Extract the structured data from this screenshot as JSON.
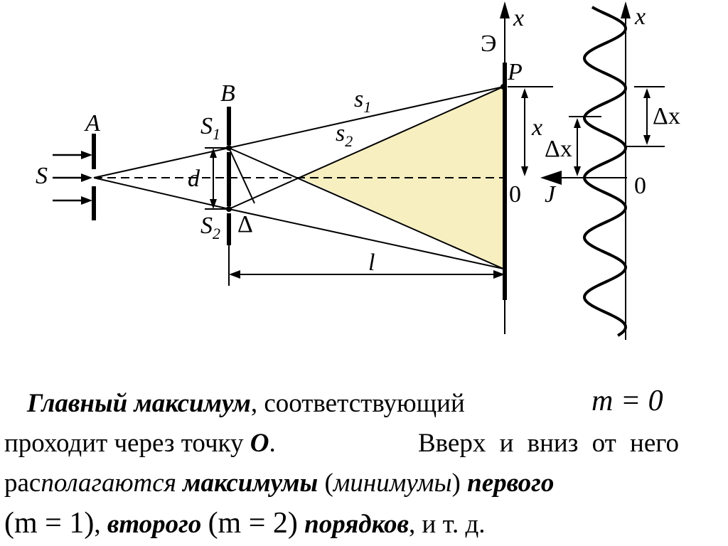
{
  "diagram": {
    "labels": {
      "x_axis_screen": "x",
      "x_axis_intensity": "x",
      "screen": "Э",
      "point_p": "P",
      "barrier_b": "B",
      "barrier_a": "A",
      "source_s": "S",
      "s1_letter": "S",
      "s1_index": "1",
      "s2_letter": "S",
      "s2_index": "2",
      "ray_s1_letter": "s",
      "ray_s1_index": "1",
      "ray_s2_letter": "s",
      "ray_s2_index": "2",
      "dist_d": "d",
      "path_diff": "Δ",
      "coord_x": "x",
      "delta_x_left": "Δx",
      "delta_x_right": "Δx",
      "zero_screen": "0",
      "zero_intensity": "0",
      "intensity_j": "J",
      "dist_l": "l"
    },
    "colors": {
      "fringe_region": "#f7efc0",
      "ink": "#000000"
    }
  },
  "caption": {
    "line1": {
      "main_max": "Главный максимум",
      "comma_text": ", соответствующий",
      "formula": "m = 0"
    },
    "line2": {
      "passes": "проходит через точку",
      "point": "O",
      "period": ".",
      "rest": "Вверх и вниз от него"
    },
    "line3": {
      "ras": "рас",
      "polagayutsya": "полагаются",
      "maxima": "максимумы",
      "open_paren": " (",
      "minima": "минимумы",
      "close_paren": ")",
      "first": "первого"
    },
    "line4": {
      "formula1": "(m = 1)",
      "comma": ",",
      "second": "второго",
      "formula2": "(m = 2)",
      "orders": "порядков",
      "tail": ", и т. д."
    }
  }
}
